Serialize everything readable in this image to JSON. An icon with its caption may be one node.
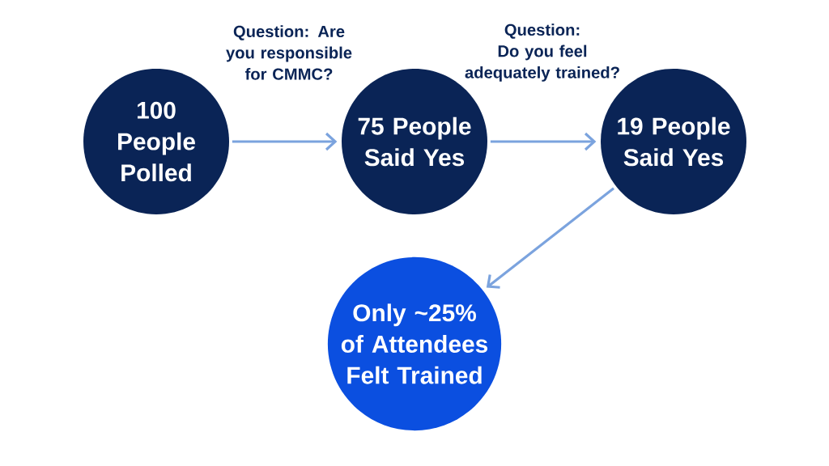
{
  "diagram": {
    "nodes": [
      {
        "text": [
          "100 People Polled"
        ]
      },
      {
        "text": [
          "75 People Said Yes"
        ]
      },
      {
        "text": [
          "19 People Said Yes"
        ]
      },
      {
        "text": [
          "Only ~25% of Attendees Felt Trained"
        ]
      }
    ],
    "edges": [
      {
        "from": 0,
        "to": 1,
        "arrow": "to",
        "label": "Question: Are you responsible for CMMC?"
      },
      {
        "from": 1,
        "to": 2,
        "arrow": "to",
        "label": "Question: Do you feel adequately trained?"
      },
      {
        "from": 2,
        "to": 3,
        "arrow": "to"
      }
    ]
  }
}
